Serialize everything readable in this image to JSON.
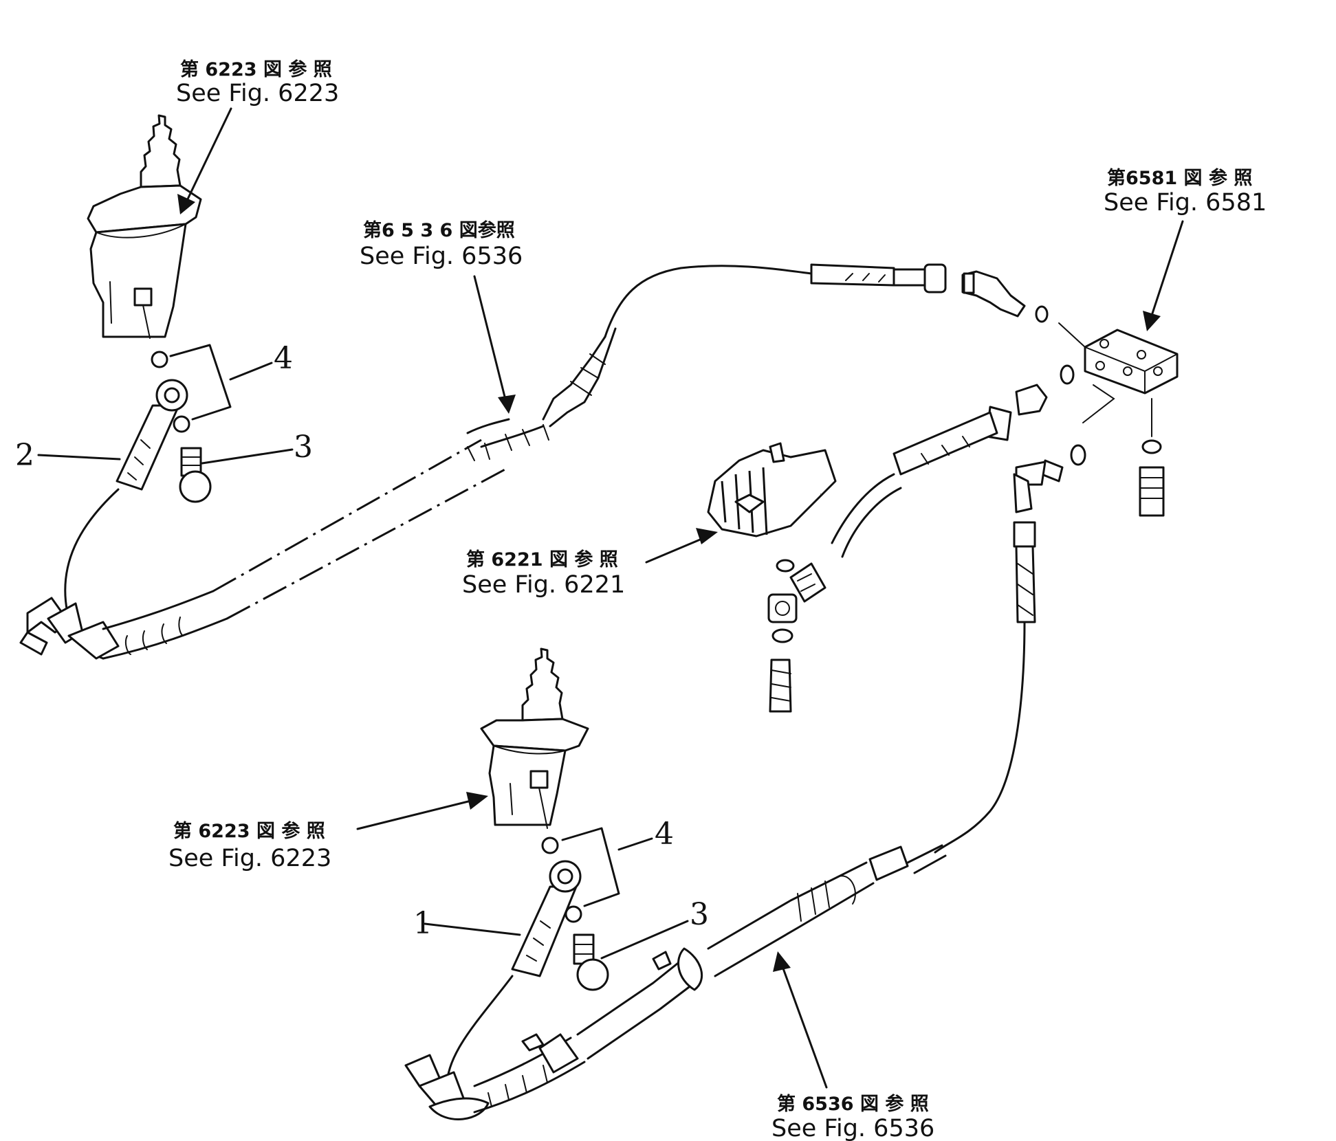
{
  "references": {
    "top_left": {
      "jp": "第 6223 図 参 照",
      "en": "See Fig. 6223"
    },
    "top_center": {
      "jp": "第6 5 3 6 図参照",
      "en": "See Fig. 6536"
    },
    "top_right": {
      "jp": "第6581 図 参 照",
      "en": "See  Fig. 6581"
    },
    "middle": {
      "jp": "第 6221 図 参 照",
      "en": "See Fig. 6221"
    },
    "bottom_left": {
      "jp": "第 6223 図 参 照",
      "en": "See Fig. 6223"
    },
    "bottom_right": {
      "jp": "第 6536 図 参 照",
      "en": "See Fig. 6536"
    }
  },
  "callouts": {
    "upper": {
      "hose": "2",
      "bolt": "3",
      "washers": "4"
    },
    "lower": {
      "hose": "1",
      "bolt": "3",
      "washers": "4"
    }
  }
}
